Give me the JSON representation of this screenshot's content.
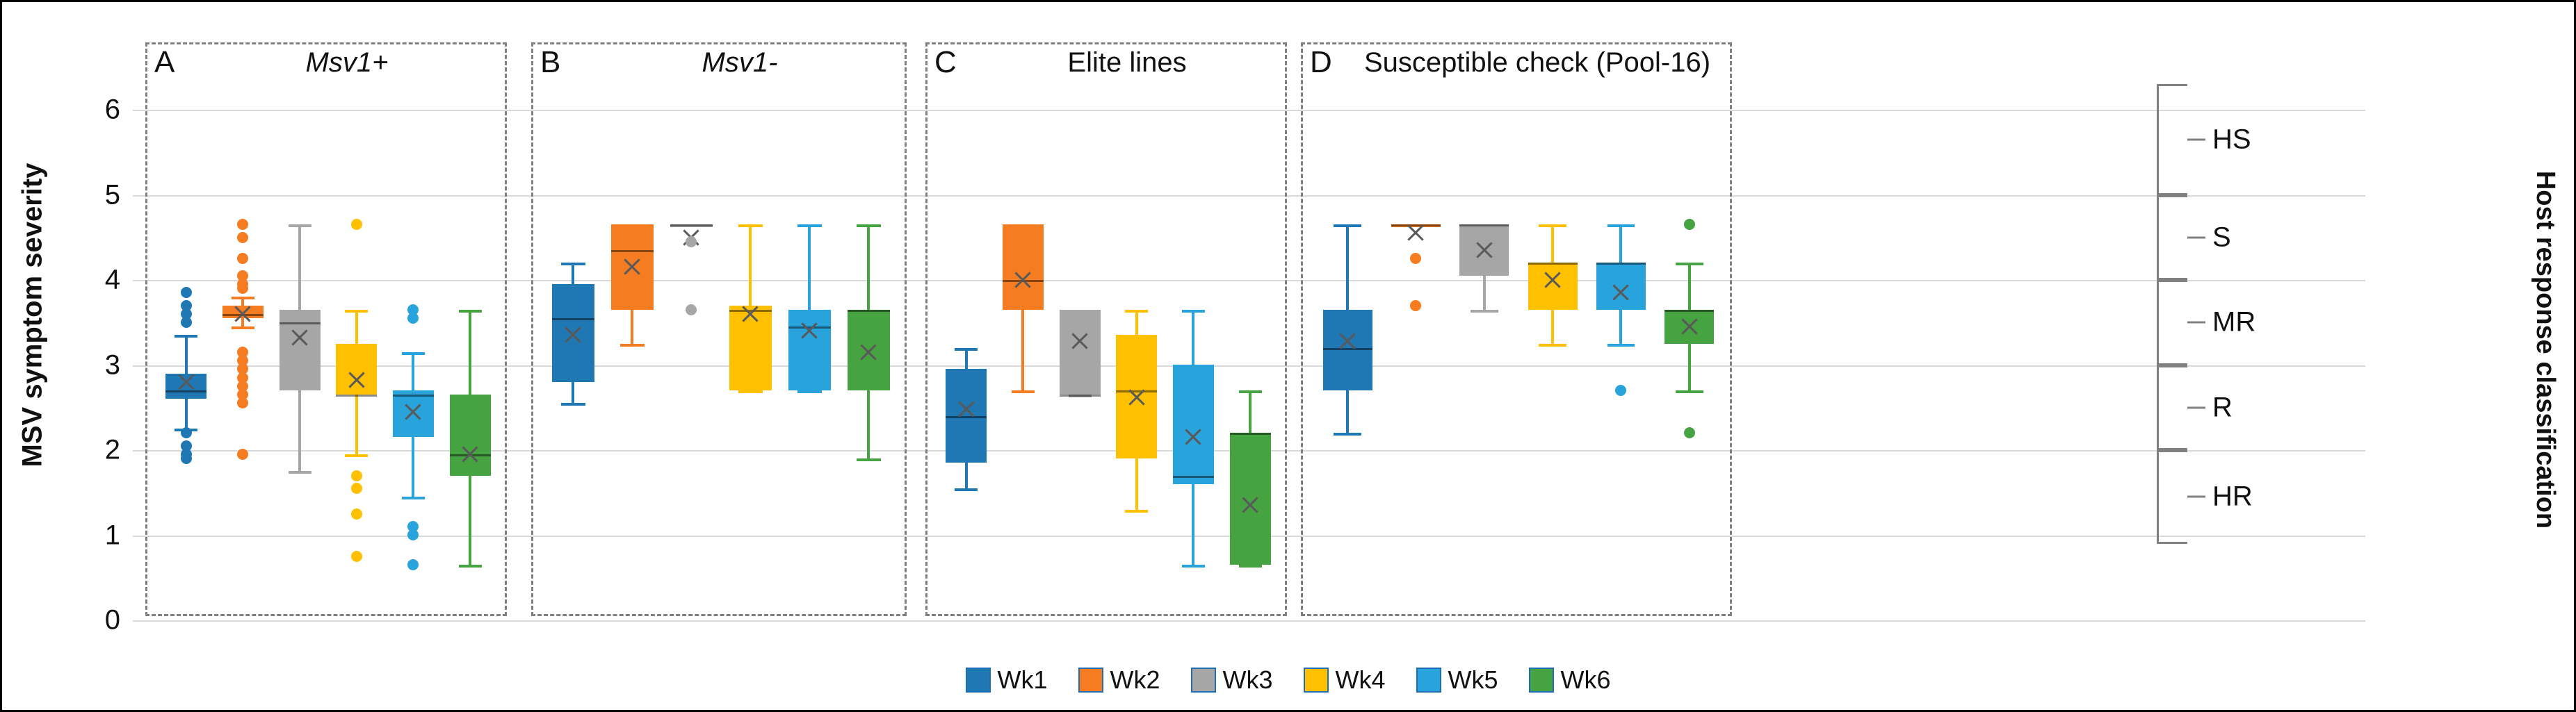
{
  "axes": {
    "y_title": "MSV symptom severity",
    "y_ticks": [
      "6",
      "5",
      "4",
      "3",
      "2",
      "1",
      "0"
    ],
    "y_min": 0,
    "y_max": 6.3,
    "right_title": "Host response classification"
  },
  "classification": [
    {
      "label": "HS",
      "from": 5,
      "to": 6.3
    },
    {
      "label": "S",
      "from": 4,
      "to": 5
    },
    {
      "label": "MR",
      "from": 3,
      "to": 4
    },
    {
      "label": "R",
      "from": 2,
      "to": 3
    },
    {
      "label": "HR",
      "from": 0.9,
      "to": 2
    }
  ],
  "legend": {
    "items": [
      {
        "label": "Wk1",
        "color": "#1f77b4"
      },
      {
        "label": "Wk2",
        "color": "#f57c20"
      },
      {
        "label": "Wk3",
        "color": "#a6a6a6"
      },
      {
        "label": "Wk4",
        "color": "#ffc000"
      },
      {
        "label": "Wk5",
        "color": "#29a3db"
      },
      {
        "label": "Wk6",
        "color": "#46a341"
      }
    ]
  },
  "chart_data": {
    "type": "box",
    "title": "",
    "xlabel": "",
    "ylabel": "MSV symptom severity",
    "ylim": [
      0,
      6.3
    ],
    "grid": true,
    "legend_position": "bottom",
    "series": [
      "Wk1",
      "Wk2",
      "Wk3",
      "Wk4",
      "Wk5",
      "Wk6"
    ],
    "panels": [
      {
        "letter": "A",
        "title": "Msv1+",
        "italic": true,
        "boxes": [
          {
            "series": "Wk1",
            "color": "#1f77b4",
            "whisker_low": 2.75,
            "q1": 3.1,
            "median": 3.2,
            "q3": 3.4,
            "whisker_high": 3.85,
            "mean": 3.3,
            "outliers": [
              4.35,
              4.2,
              4.1,
              4.0,
              2.7,
              2.55,
              2.45,
              2.4
            ]
          },
          {
            "series": "Wk2",
            "color": "#f57c20",
            "whisker_low": 3.95,
            "q1": 4.05,
            "median": 4.1,
            "q3": 4.2,
            "whisker_high": 4.3,
            "mean": 4.1,
            "outliers": [
              5.15,
              5.0,
              4.75,
              4.55,
              4.45,
              4.4,
              3.65,
              3.55,
              3.45,
              3.35,
              3.25,
              3.15,
              3.05,
              2.45
            ]
          },
          {
            "series": "Wk3",
            "color": "#a6a6a6",
            "whisker_low": 2.25,
            "q1": 3.2,
            "median": 4.0,
            "q3": 4.15,
            "whisker_high": 5.15,
            "mean": 3.82,
            "outliers": []
          },
          {
            "series": "Wk4",
            "color": "#ffc000",
            "whisker_low": 2.45,
            "q1": 3.15,
            "median": 3.15,
            "q3": 3.75,
            "whisker_high": 4.15,
            "mean": 3.32,
            "outliers": [
              5.15,
              2.2,
              2.05,
              1.75,
              1.25
            ]
          },
          {
            "series": "Wk5",
            "color": "#29a3db",
            "whisker_low": 1.95,
            "q1": 2.65,
            "median": 3.15,
            "q3": 3.2,
            "whisker_high": 3.65,
            "mean": 2.95,
            "outliers": [
              4.15,
              4.05,
              1.6,
              1.5,
              1.15
            ]
          },
          {
            "series": "Wk6",
            "color": "#46a341",
            "whisker_low": 1.15,
            "q1": 2.2,
            "median": 2.45,
            "q3": 3.15,
            "whisker_high": 4.15,
            "mean": 2.45,
            "outliers": []
          }
        ]
      },
      {
        "letter": "B",
        "title": "Msv1-",
        "italic": true,
        "boxes": [
          {
            "series": "Wk1",
            "color": "#1f77b4",
            "whisker_low": 3.05,
            "q1": 3.3,
            "median": 4.05,
            "q3": 4.45,
            "whisker_high": 4.7,
            "mean": 3.85,
            "outliers": []
          },
          {
            "series": "Wk2",
            "color": "#f57c20",
            "whisker_low": 3.75,
            "q1": 4.15,
            "median": 4.85,
            "q3": 5.15,
            "whisker_high": 5.15,
            "mean": 4.65,
            "outliers": []
          },
          {
            "series": "Wk3",
            "color": "#a6a6a6",
            "whisker_low": 5.15,
            "q1": 5.15,
            "median": 5.15,
            "q3": 5.15,
            "whisker_high": 5.15,
            "mean": 5.0,
            "outliers": [
              4.95,
              4.15
            ]
          },
          {
            "series": "Wk4",
            "color": "#ffc000",
            "whisker_low": 3.2,
            "q1": 3.2,
            "median": 4.15,
            "q3": 4.2,
            "whisker_high": 5.15,
            "mean": 4.1,
            "outliers": []
          },
          {
            "series": "Wk5",
            "color": "#29a3db",
            "whisker_low": 3.2,
            "q1": 3.2,
            "median": 3.95,
            "q3": 4.15,
            "whisker_high": 5.15,
            "mean": 3.9,
            "outliers": []
          },
          {
            "series": "Wk6",
            "color": "#46a341",
            "whisker_low": 2.4,
            "q1": 3.2,
            "median": 4.15,
            "q3": 4.15,
            "whisker_high": 5.15,
            "mean": 3.65,
            "outliers": []
          }
        ]
      },
      {
        "letter": "C",
        "title": "Elite lines",
        "italic": false,
        "boxes": [
          {
            "series": "Wk1",
            "color": "#1f77b4",
            "whisker_low": 2.05,
            "q1": 2.35,
            "median": 2.9,
            "q3": 3.45,
            "whisker_high": 3.7,
            "mean": 2.98,
            "outliers": []
          },
          {
            "series": "Wk2",
            "color": "#f57c20",
            "whisker_low": 3.2,
            "q1": 4.15,
            "median": 4.5,
            "q3": 5.15,
            "whisker_high": 5.15,
            "mean": 4.5,
            "outliers": []
          },
          {
            "series": "Wk3",
            "color": "#a6a6a6",
            "whisker_low": 3.15,
            "q1": 3.15,
            "median": 3.15,
            "q3": 4.15,
            "whisker_high": 4.15,
            "mean": 3.78,
            "outliers": []
          },
          {
            "series": "Wk4",
            "color": "#ffc000",
            "whisker_low": 1.8,
            "q1": 2.4,
            "median": 3.2,
            "q3": 3.85,
            "whisker_high": 4.15,
            "mean": 3.12,
            "outliers": []
          },
          {
            "series": "Wk5",
            "color": "#29a3db",
            "whisker_low": 1.15,
            "q1": 2.1,
            "median": 2.2,
            "q3": 3.5,
            "whisker_high": 4.15,
            "mean": 2.65,
            "outliers": []
          },
          {
            "series": "Wk6",
            "color": "#46a341",
            "whisker_low": 1.15,
            "q1": 1.15,
            "median": 2.7,
            "q3": 2.7,
            "whisker_high": 3.2,
            "mean": 1.85,
            "outliers": []
          }
        ]
      },
      {
        "letter": "D",
        "title": "Susceptible check (Pool-16)",
        "italic": false,
        "boxes": [
          {
            "series": "Wk1",
            "color": "#1f77b4",
            "whisker_low": 2.7,
            "q1": 3.2,
            "median": 3.7,
            "q3": 4.15,
            "whisker_high": 5.15,
            "mean": 3.78,
            "outliers": []
          },
          {
            "series": "Wk2",
            "color": "#f57c20",
            "whisker_low": 5.15,
            "q1": 5.15,
            "median": 5.15,
            "q3": 5.15,
            "whisker_high": 5.15,
            "mean": 5.05,
            "outliers": [
              4.75,
              4.2
            ]
          },
          {
            "series": "Wk3",
            "color": "#a6a6a6",
            "whisker_low": 4.15,
            "q1": 4.55,
            "median": 5.15,
            "q3": 5.15,
            "whisker_high": 5.15,
            "mean": 4.85,
            "outliers": []
          },
          {
            "series": "Wk4",
            "color": "#ffc000",
            "whisker_low": 3.75,
            "q1": 4.15,
            "median": 4.7,
            "q3": 4.7,
            "whisker_high": 5.15,
            "mean": 4.5,
            "outliers": []
          },
          {
            "series": "Wk5",
            "color": "#29a3db",
            "whisker_low": 3.75,
            "q1": 4.15,
            "median": 4.7,
            "q3": 4.7,
            "whisker_high": 5.15,
            "mean": 4.35,
            "outliers": [
              3.2
            ]
          },
          {
            "series": "Wk6",
            "color": "#46a341",
            "whisker_low": 3.2,
            "q1": 3.75,
            "median": 4.15,
            "q3": 4.15,
            "whisker_high": 4.7,
            "mean": 3.95,
            "outliers": [
              5.15,
              2.7
            ]
          }
        ]
      }
    ]
  }
}
